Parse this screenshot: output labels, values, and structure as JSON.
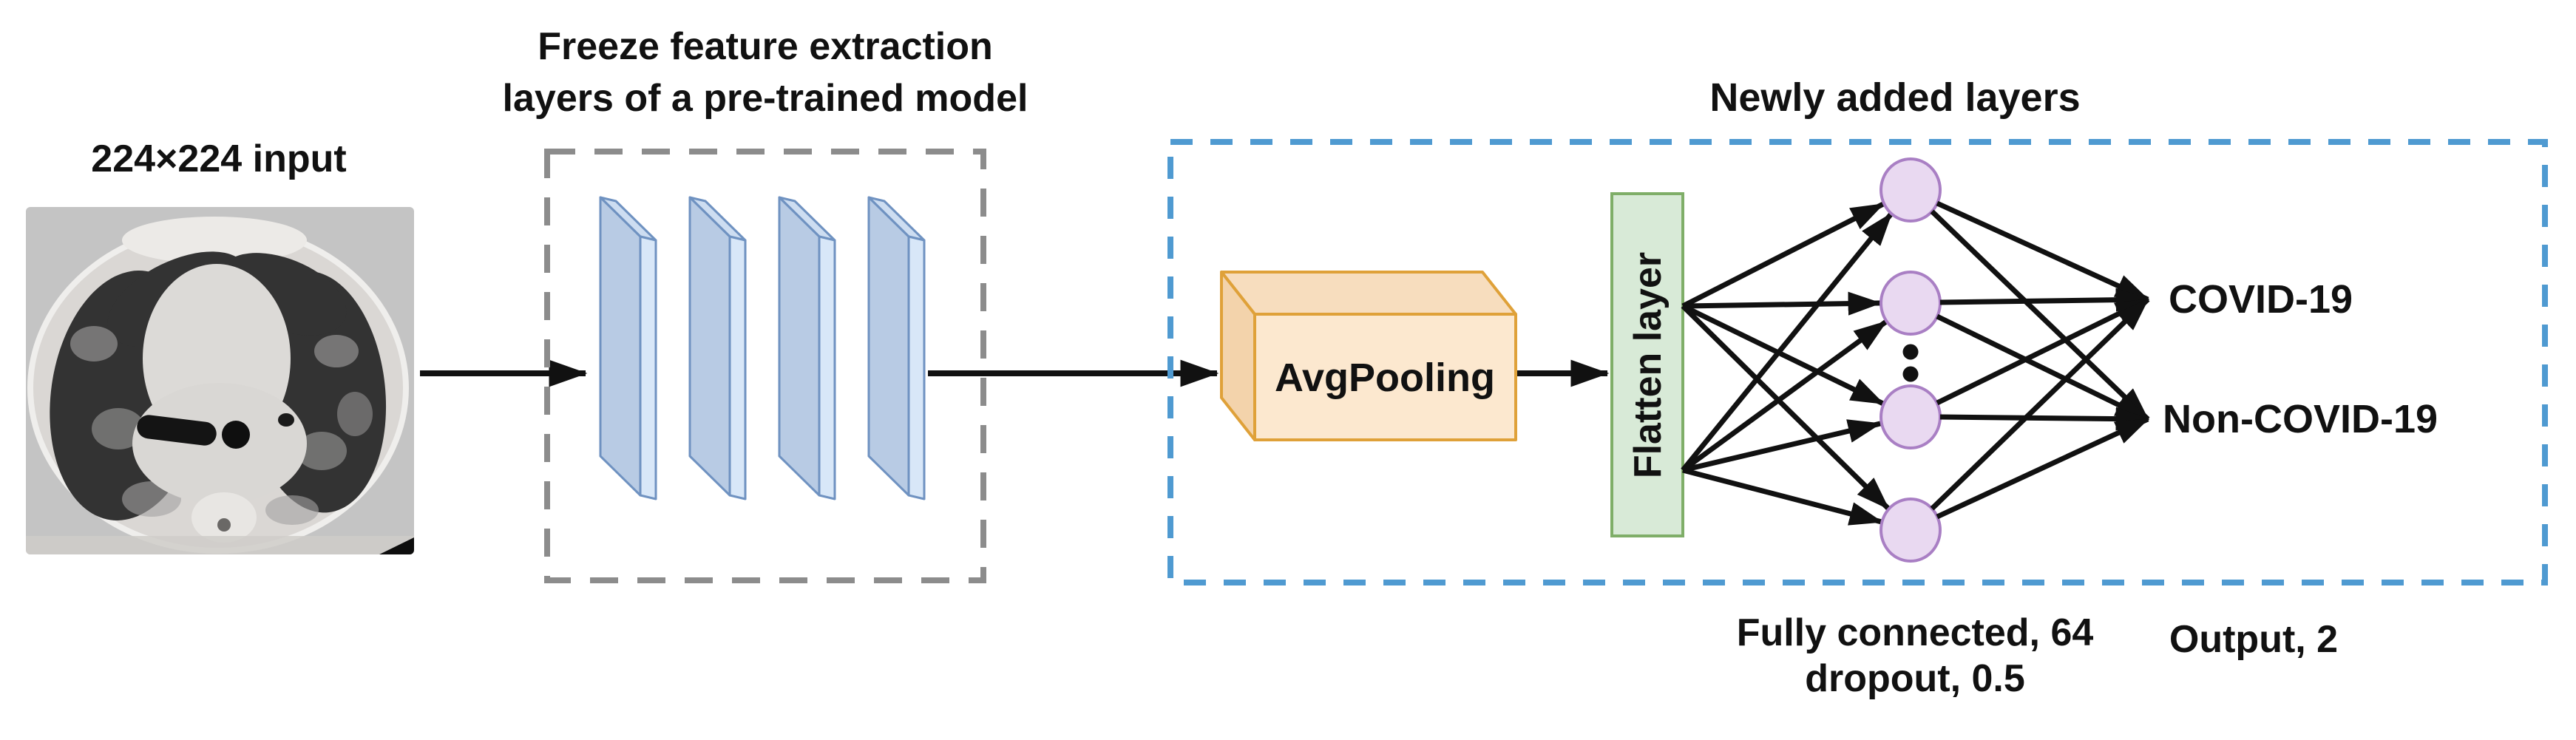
{
  "figure": {
    "caption_intent": "Transfer-learning architecture for COVID-19 CT classification",
    "input": {
      "label": "224×224 input",
      "image_kind": "axial chest CT scan"
    },
    "pretrained_block": {
      "title_line1": "Freeze feature extraction",
      "title_line2": "layers of a pre-trained model",
      "num_feature_layers": 4
    },
    "new_layers_block": {
      "title": "Newly added layers",
      "avgpooling_label": "AvgPooling",
      "flatten_label": "Flatten layer",
      "hidden_nodes_drawn": 4,
      "ellipsis_dots": 2,
      "outputs": [
        "COVID-19",
        "Non-COVID-19"
      ],
      "fc_caption_line1": "Fully connected, 64",
      "fc_caption_line2": "dropout, 0.5",
      "output_caption": "Output, 2"
    }
  },
  "colors": {
    "blue_dash": "#4f9ad1",
    "gray_dash": "#8c8c8c",
    "line": "#111111",
    "text": "#111111",
    "slab_front": "#b8cbe4",
    "slab_side": "#d8e7f8",
    "slab_top": "#cdddf1",
    "slab_border": "#6f92c1",
    "pool_front": "#fce8cf",
    "pool_top": "#f7ddbe",
    "pool_side": "#f3d3ab",
    "pool_border": "#dfa139",
    "flatten_fill": "#d8ead7",
    "flatten_border": "#7fae68",
    "node_fill": "#e9d9f1",
    "node_border": "#a97fc4"
  }
}
